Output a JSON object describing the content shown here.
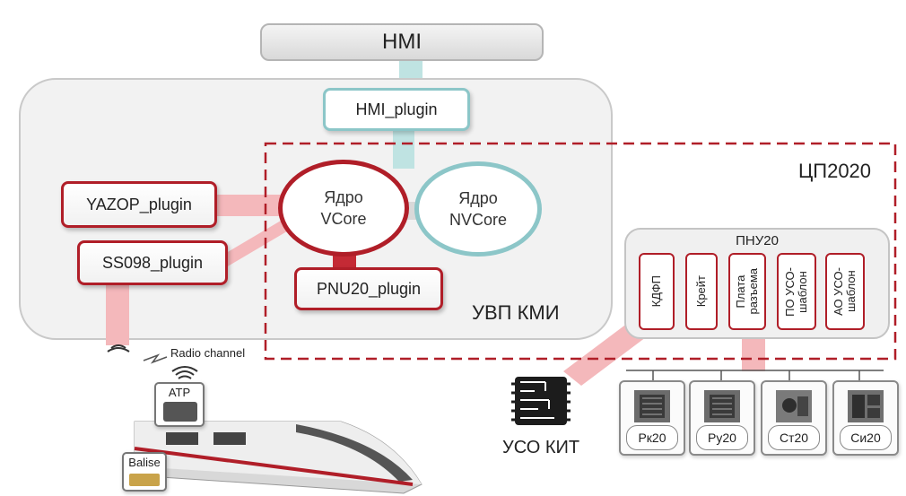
{
  "hmi": {
    "label": "HMI"
  },
  "plugins": {
    "hmi": "HMI_plugin",
    "yazop": "YAZOP_plugin",
    "ss098": "SS098_plugin",
    "pnu20": "PNU20_plugin"
  },
  "cores": {
    "vcore": {
      "line1": "Ядро",
      "line2": "VCore"
    },
    "nvcore": {
      "line1": "Ядро",
      "line2": "NVCore"
    }
  },
  "regions": {
    "cp2020": "ЦП2020",
    "uvp_kmi": "УВП КМИ"
  },
  "pnu20": {
    "title": "ПНУ20",
    "modules": [
      "КДФП",
      "Крейт",
      "Плата\nразъема",
      "ПО УСО-\nшаблон",
      "АО УСО-\nшаблон"
    ]
  },
  "train": {
    "radio_channel": "Radio channel",
    "atp": "ATP",
    "balise": "Balise"
  },
  "uso_kit": "УСО КИТ",
  "devices": [
    "Рк20",
    "Ру20",
    "Ст20",
    "Си20"
  ],
  "colors": {
    "accent_red": "#b01e28",
    "connector_pink": "#f4b8bb",
    "teal": "#8cc6c8"
  }
}
